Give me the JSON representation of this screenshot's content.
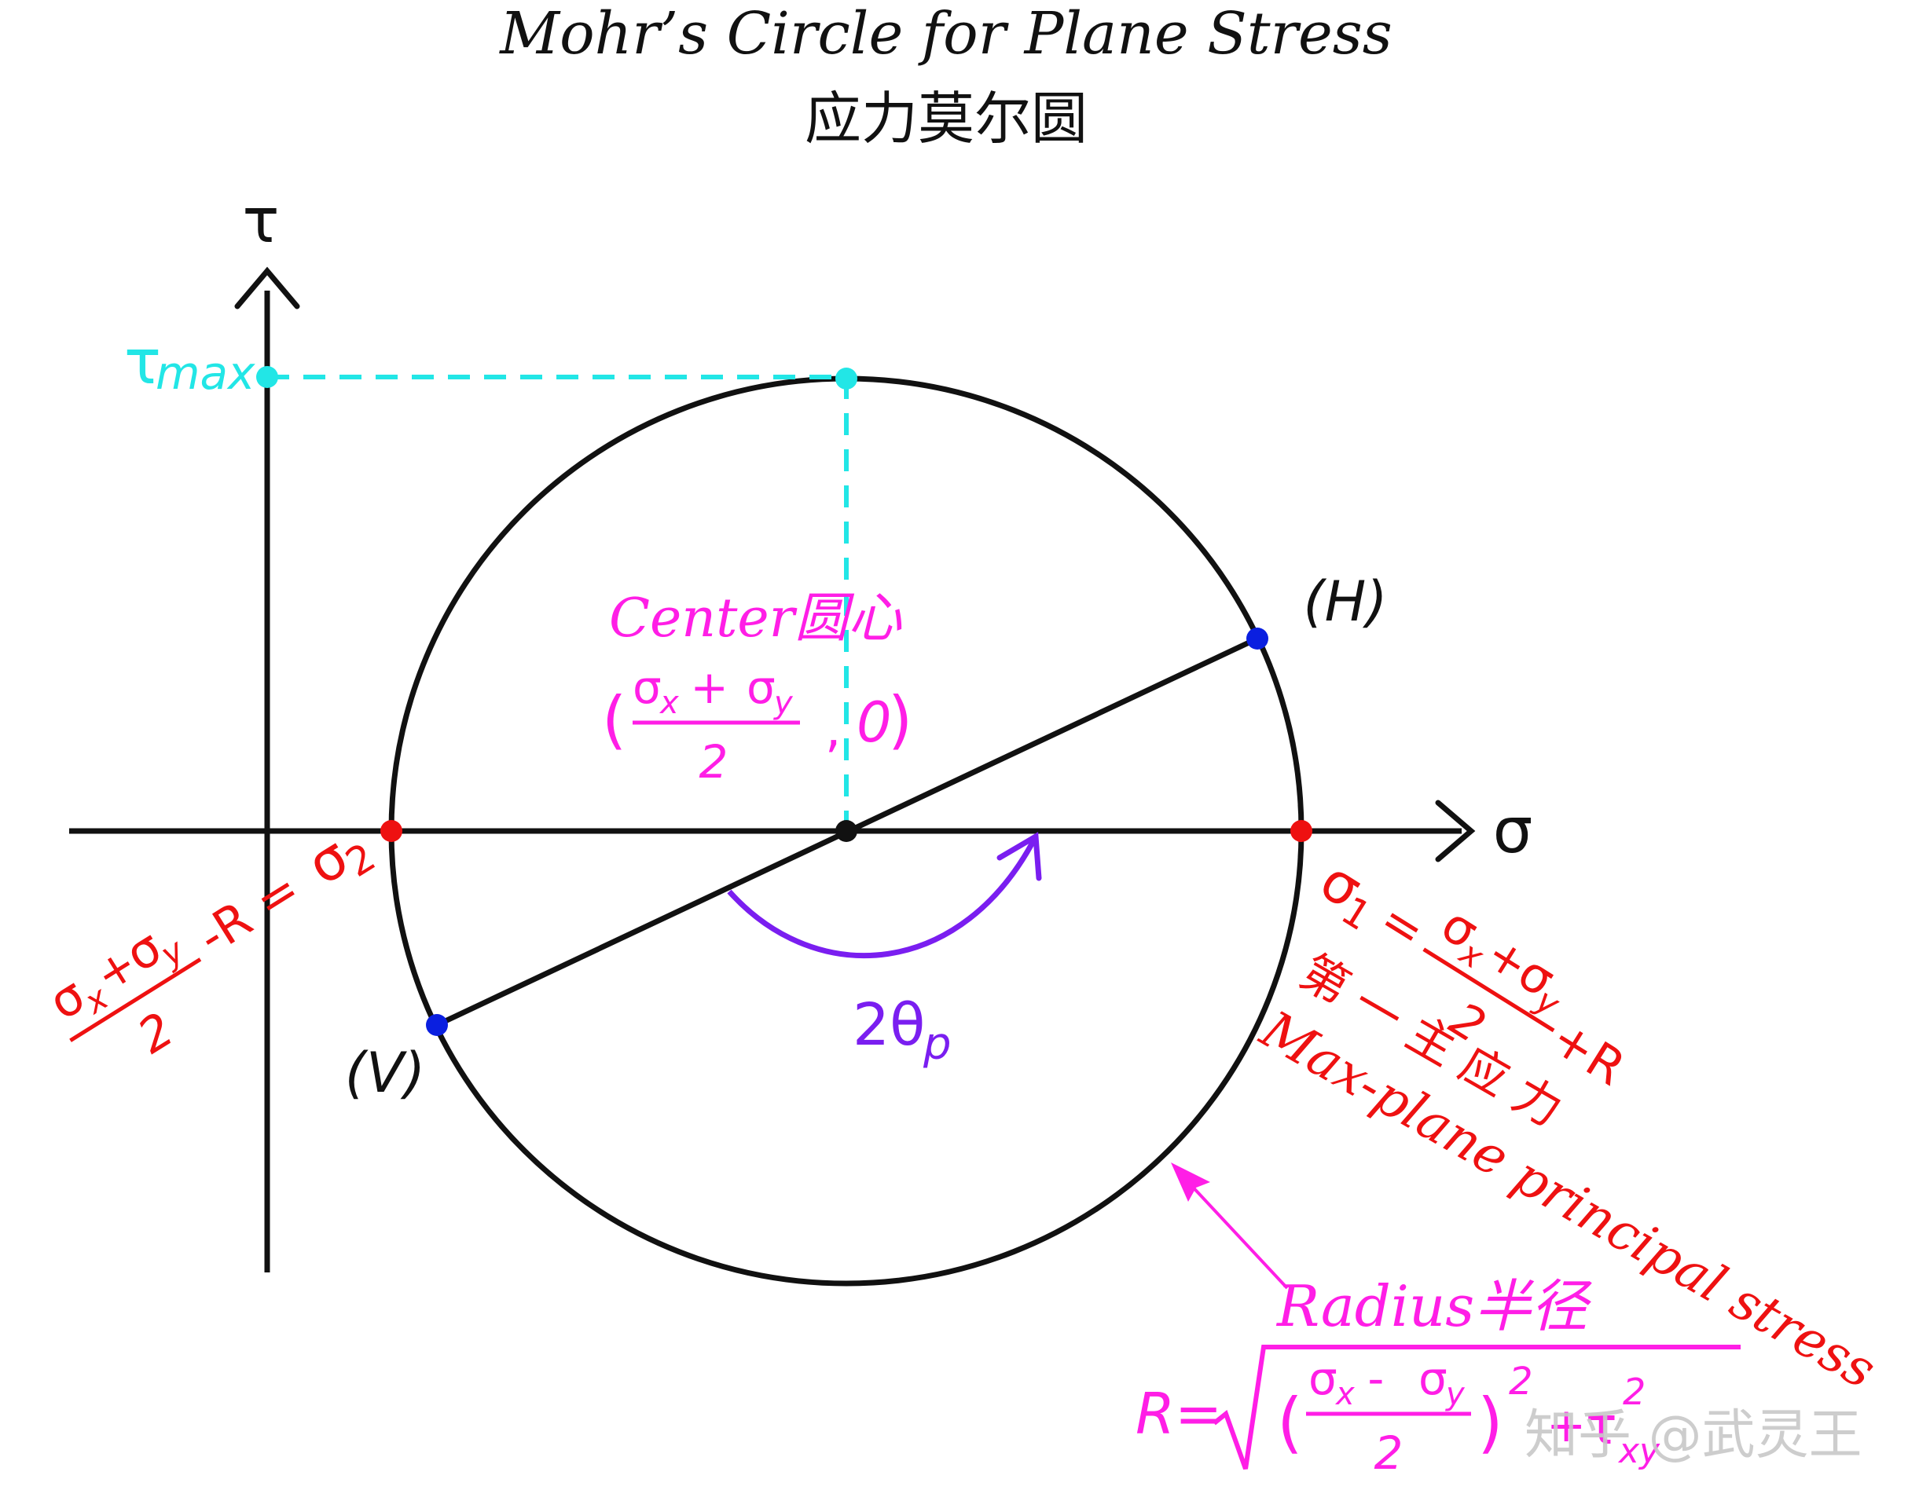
{
  "title": "Mohr’s Circle for Plane Stress",
  "subtitle": "应力莫尔圆",
  "axes": {
    "tau_label": "τ",
    "sigma_label": "σ"
  },
  "tau_max": {
    "tau": "τ",
    "max": "max"
  },
  "center": {
    "title": "Center圆心",
    "num_sx": "σ",
    "num_x": "x",
    "num_plus": " + ",
    "num_sy": "σ",
    "num_y": "y",
    "den": "2",
    "open": "(",
    "comma": ",",
    "zero": "0",
    "close": ")"
  },
  "point_h": "(H)",
  "point_v": "(V)",
  "angle_label": {
    "main": "2θ",
    "sub": "p"
  },
  "sigma2": {
    "num_sx": "σ",
    "num_x": "x",
    "num_plus": "+",
    "num_sy": "σ",
    "num_y": "y",
    "den": "2",
    "rest": "-R = ",
    "s": "σ",
    "sub": "2"
  },
  "sigma1": {
    "s": "σ",
    "sub": "1",
    "eq": "=",
    "num_sx": "σ",
    "num_x": "x",
    "num_plus": "+",
    "num_sy": "σ",
    "num_y": "y",
    "den": "2",
    "plusR": "+R"
  },
  "first_principal": "第一主应力",
  "max_plane": "Max-plane principal stress",
  "radius": {
    "title": "Radius半径",
    "r_eq": "R=",
    "open": "(",
    "num_sx": "σ",
    "num_x": "x",
    "num_minus": " - ",
    "num_sy": "σ",
    "num_y": "y",
    "den": "2",
    "close": ")",
    "sq": "2",
    "plus": "+",
    "tau": "τ",
    "tau_sub": "xy",
    "tau_sq": "2"
  },
  "watermark": "知乎 @武灵王",
  "colors": {
    "black": "#111111",
    "cyan": "#22e6e6",
    "magenta": "#ff1ee6",
    "red": "#ee1111",
    "blue": "#0a1fe0",
    "purple": "#7a1ef0",
    "watermark": "#c8c8c8"
  }
}
